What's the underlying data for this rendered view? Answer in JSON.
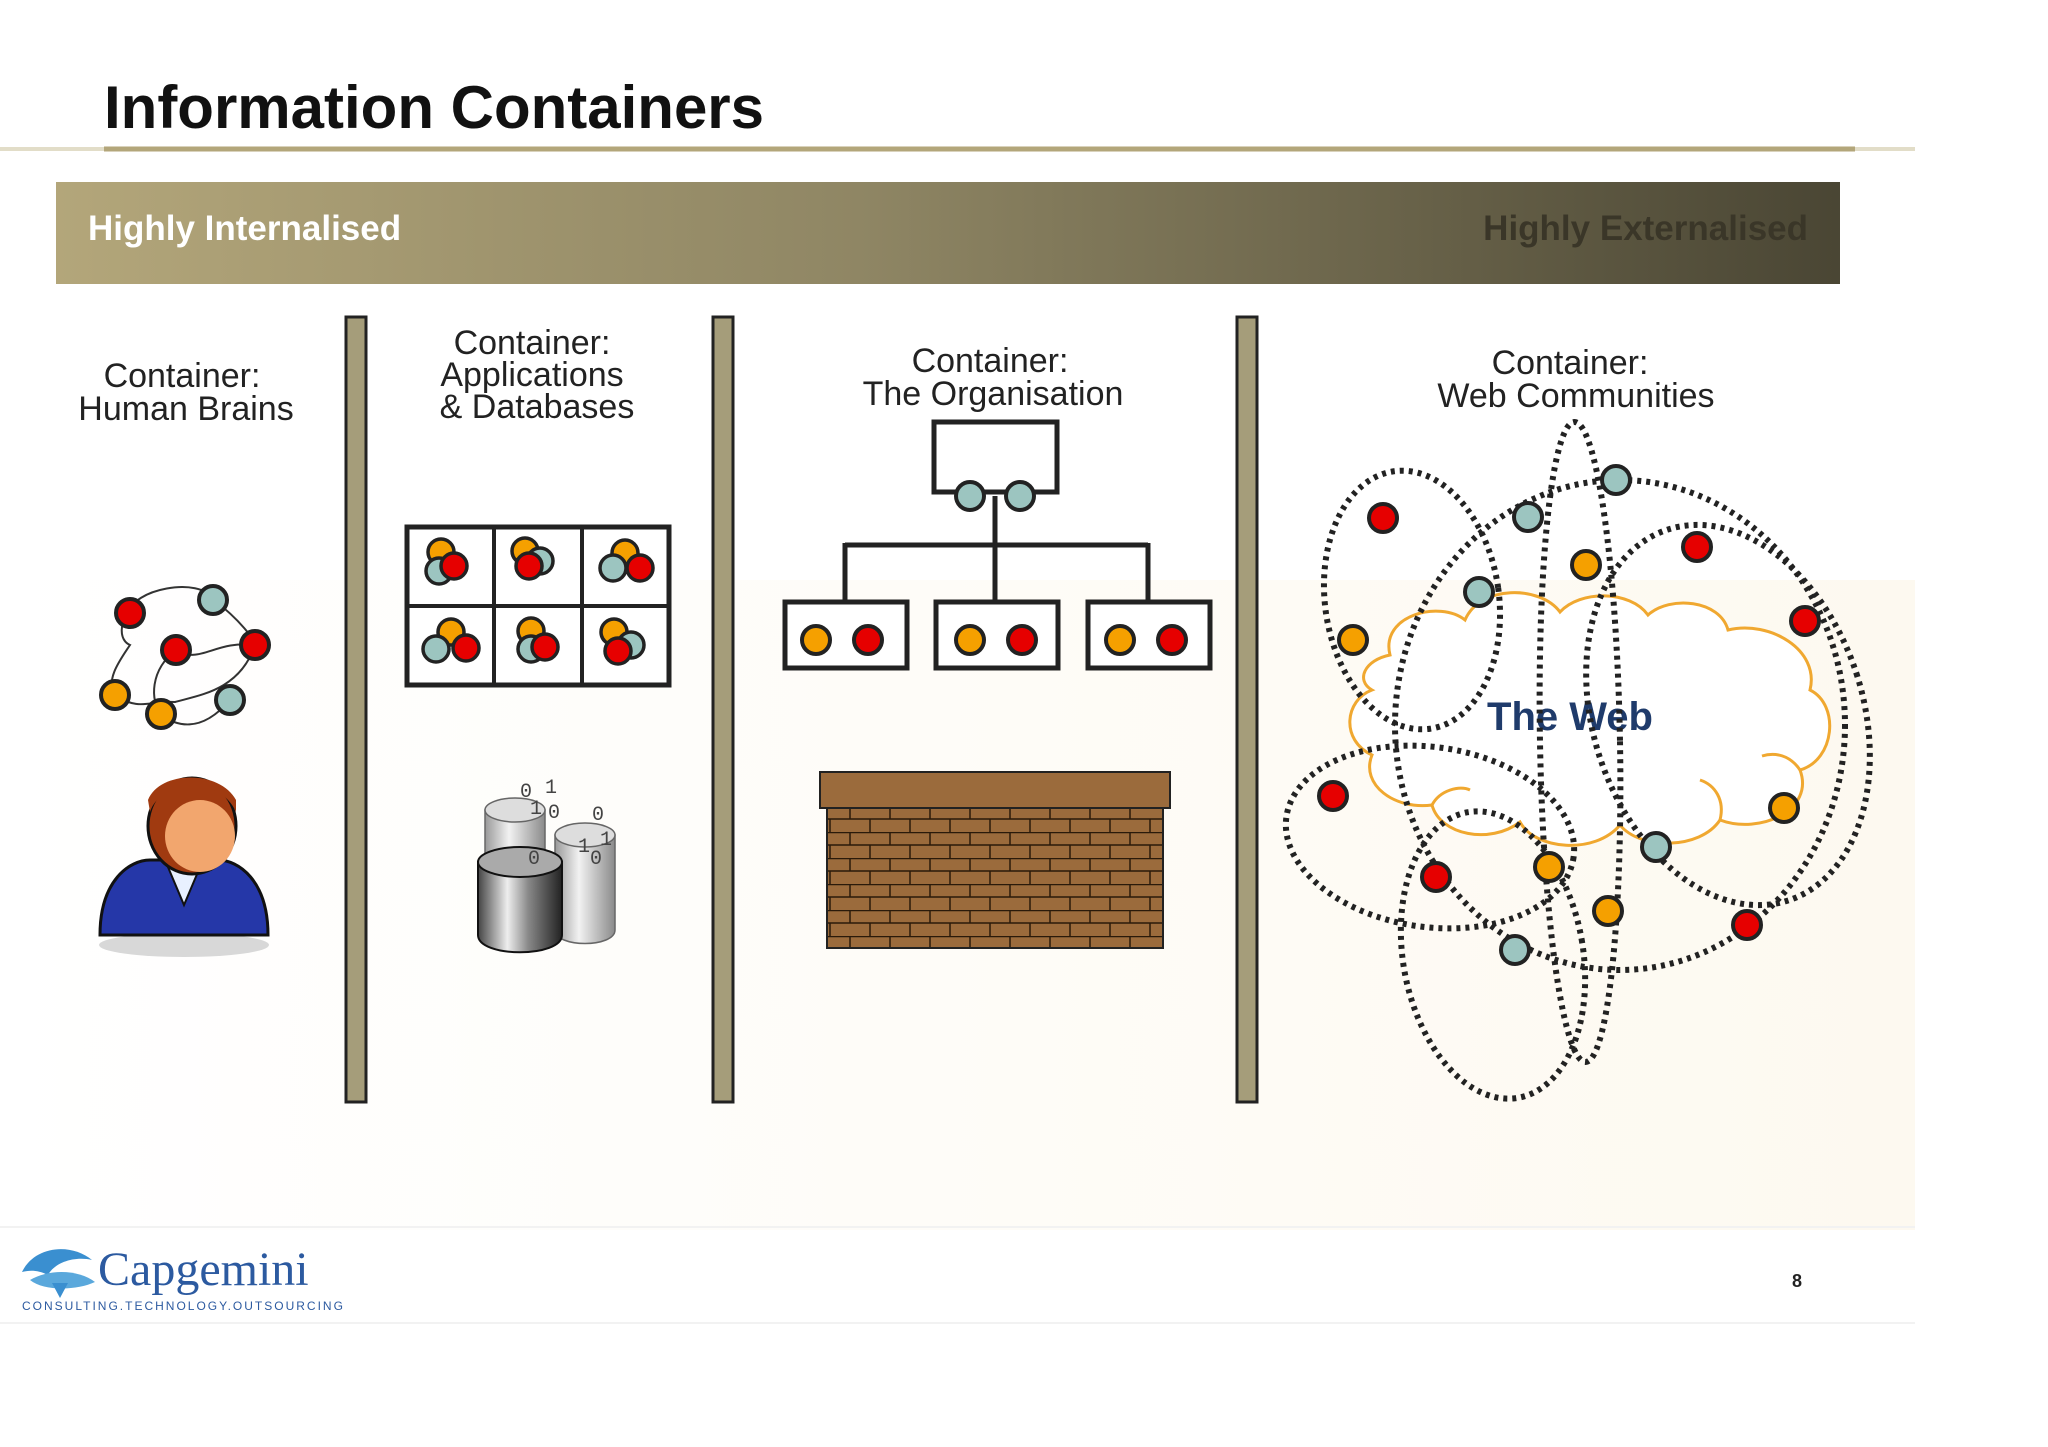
{
  "slide": {
    "title": "Information Containers",
    "page_number": "8"
  },
  "band": {
    "left_label": "Highly Internalised",
    "right_label": "Highly Externalised"
  },
  "containers": [
    {
      "line1": "Container:",
      "line2": "Human Brains",
      "line3": ""
    },
    {
      "line1": "Container:",
      "line2": "Applications",
      "line3": "& Databases"
    },
    {
      "line1": "Container:",
      "line2": "The Organisation",
      "line3": ""
    },
    {
      "line1": "Container:",
      "line2": "Web Communities",
      "line3": ""
    }
  ],
  "web_label": "The Web",
  "db_bits": [
    "0",
    "1",
    "1",
    "0",
    "0",
    "1",
    "1",
    "0",
    "0"
  ],
  "logo": {
    "name": "Capgemini",
    "tagline": "CONSULTING.TECHNOLOGY.OUTSOURCING"
  },
  "colors": {
    "band_start": "#b3a67a",
    "band_end": "#4a4634",
    "divider": "#a59d7a",
    "node_red": "#e60000",
    "node_orange": "#f5a000",
    "node_teal": "#9cc5c0",
    "cloud": "#f0a830",
    "brick": "#9b6b3c",
    "web_text": "#1f3b6b"
  }
}
